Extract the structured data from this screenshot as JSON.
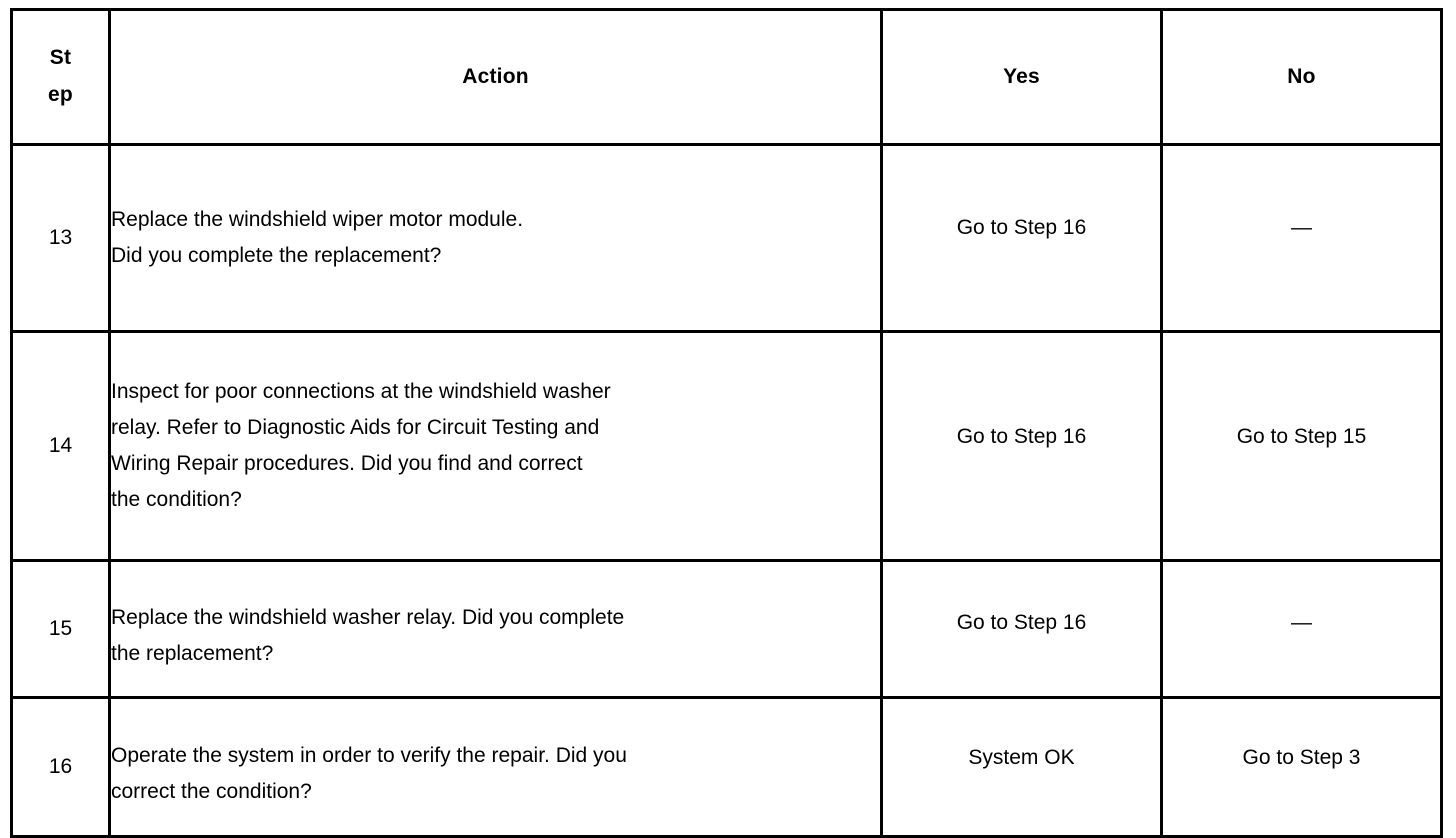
{
  "table": {
    "headers": {
      "step_line1": "St",
      "step_line2": "ep",
      "action": "Action",
      "yes": "Yes",
      "no": "No"
    },
    "rows": [
      {
        "step": "13",
        "action_lines": [
          "Replace the windshield wiper motor module.",
          "Did you complete the replacement?"
        ],
        "yes": "Go to Step 16",
        "no": "—"
      },
      {
        "step": "14",
        "action_lines": [
          "Inspect for poor connections at the windshield washer",
          "relay. Refer to Diagnostic Aids for Circuit Testing and",
          "Wiring Repair procedures. Did you find and correct",
          "the condition?"
        ],
        "yes": "Go to Step 16",
        "no": "Go to Step 15"
      },
      {
        "step": "15",
        "action_lines": [
          "Replace the windshield washer relay. Did you complete",
          "the replacement?"
        ],
        "yes": "Go to Step 16",
        "no": "—"
      },
      {
        "step": "16",
        "action_lines": [
          "Operate the system in order to verify the repair. Did you",
          "correct the condition?"
        ],
        "yes": "System OK",
        "no": "Go to Step 3"
      }
    ]
  },
  "colors": {
    "border": "#000000",
    "background": "#ffffff",
    "text": "#000000"
  }
}
